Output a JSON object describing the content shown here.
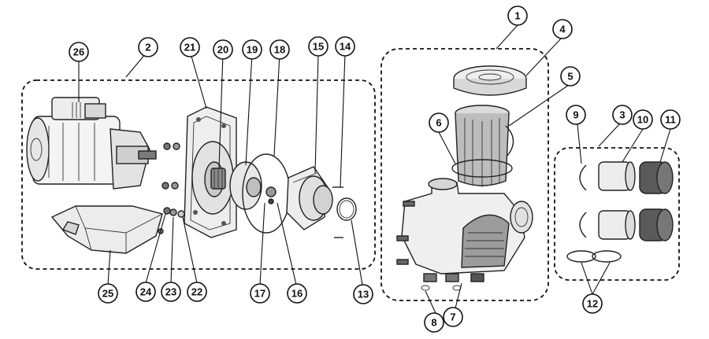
{
  "diagram": {
    "callouts": [
      {
        "id": "c1",
        "label": "1"
      },
      {
        "id": "c2",
        "label": "2"
      },
      {
        "id": "c3",
        "label": "3"
      },
      {
        "id": "c4",
        "label": "4"
      },
      {
        "id": "c5",
        "label": "5"
      },
      {
        "id": "c6",
        "label": "6"
      },
      {
        "id": "c7",
        "label": "7"
      },
      {
        "id": "c8",
        "label": "8"
      },
      {
        "id": "c9",
        "label": "9"
      },
      {
        "id": "c10",
        "label": "10"
      },
      {
        "id": "c11",
        "label": "11"
      },
      {
        "id": "c12",
        "label": "12"
      },
      {
        "id": "c13",
        "label": "13"
      },
      {
        "id": "c14",
        "label": "14"
      },
      {
        "id": "c15",
        "label": "15"
      },
      {
        "id": "c16",
        "label": "16"
      },
      {
        "id": "c17",
        "label": "17"
      },
      {
        "id": "c18",
        "label": "18"
      },
      {
        "id": "c19",
        "label": "19"
      },
      {
        "id": "c20",
        "label": "20"
      },
      {
        "id": "c21",
        "label": "21"
      },
      {
        "id": "c22",
        "label": "22"
      },
      {
        "id": "c23",
        "label": "23"
      },
      {
        "id": "c24",
        "label": "24"
      },
      {
        "id": "c25",
        "label": "25"
      },
      {
        "id": "c26",
        "label": "26"
      }
    ],
    "colors": {
      "line": "#111111",
      "part_fill": "#f2f2f2",
      "part_shade": "#bdbdbd",
      "dark_part": "#555555"
    }
  }
}
